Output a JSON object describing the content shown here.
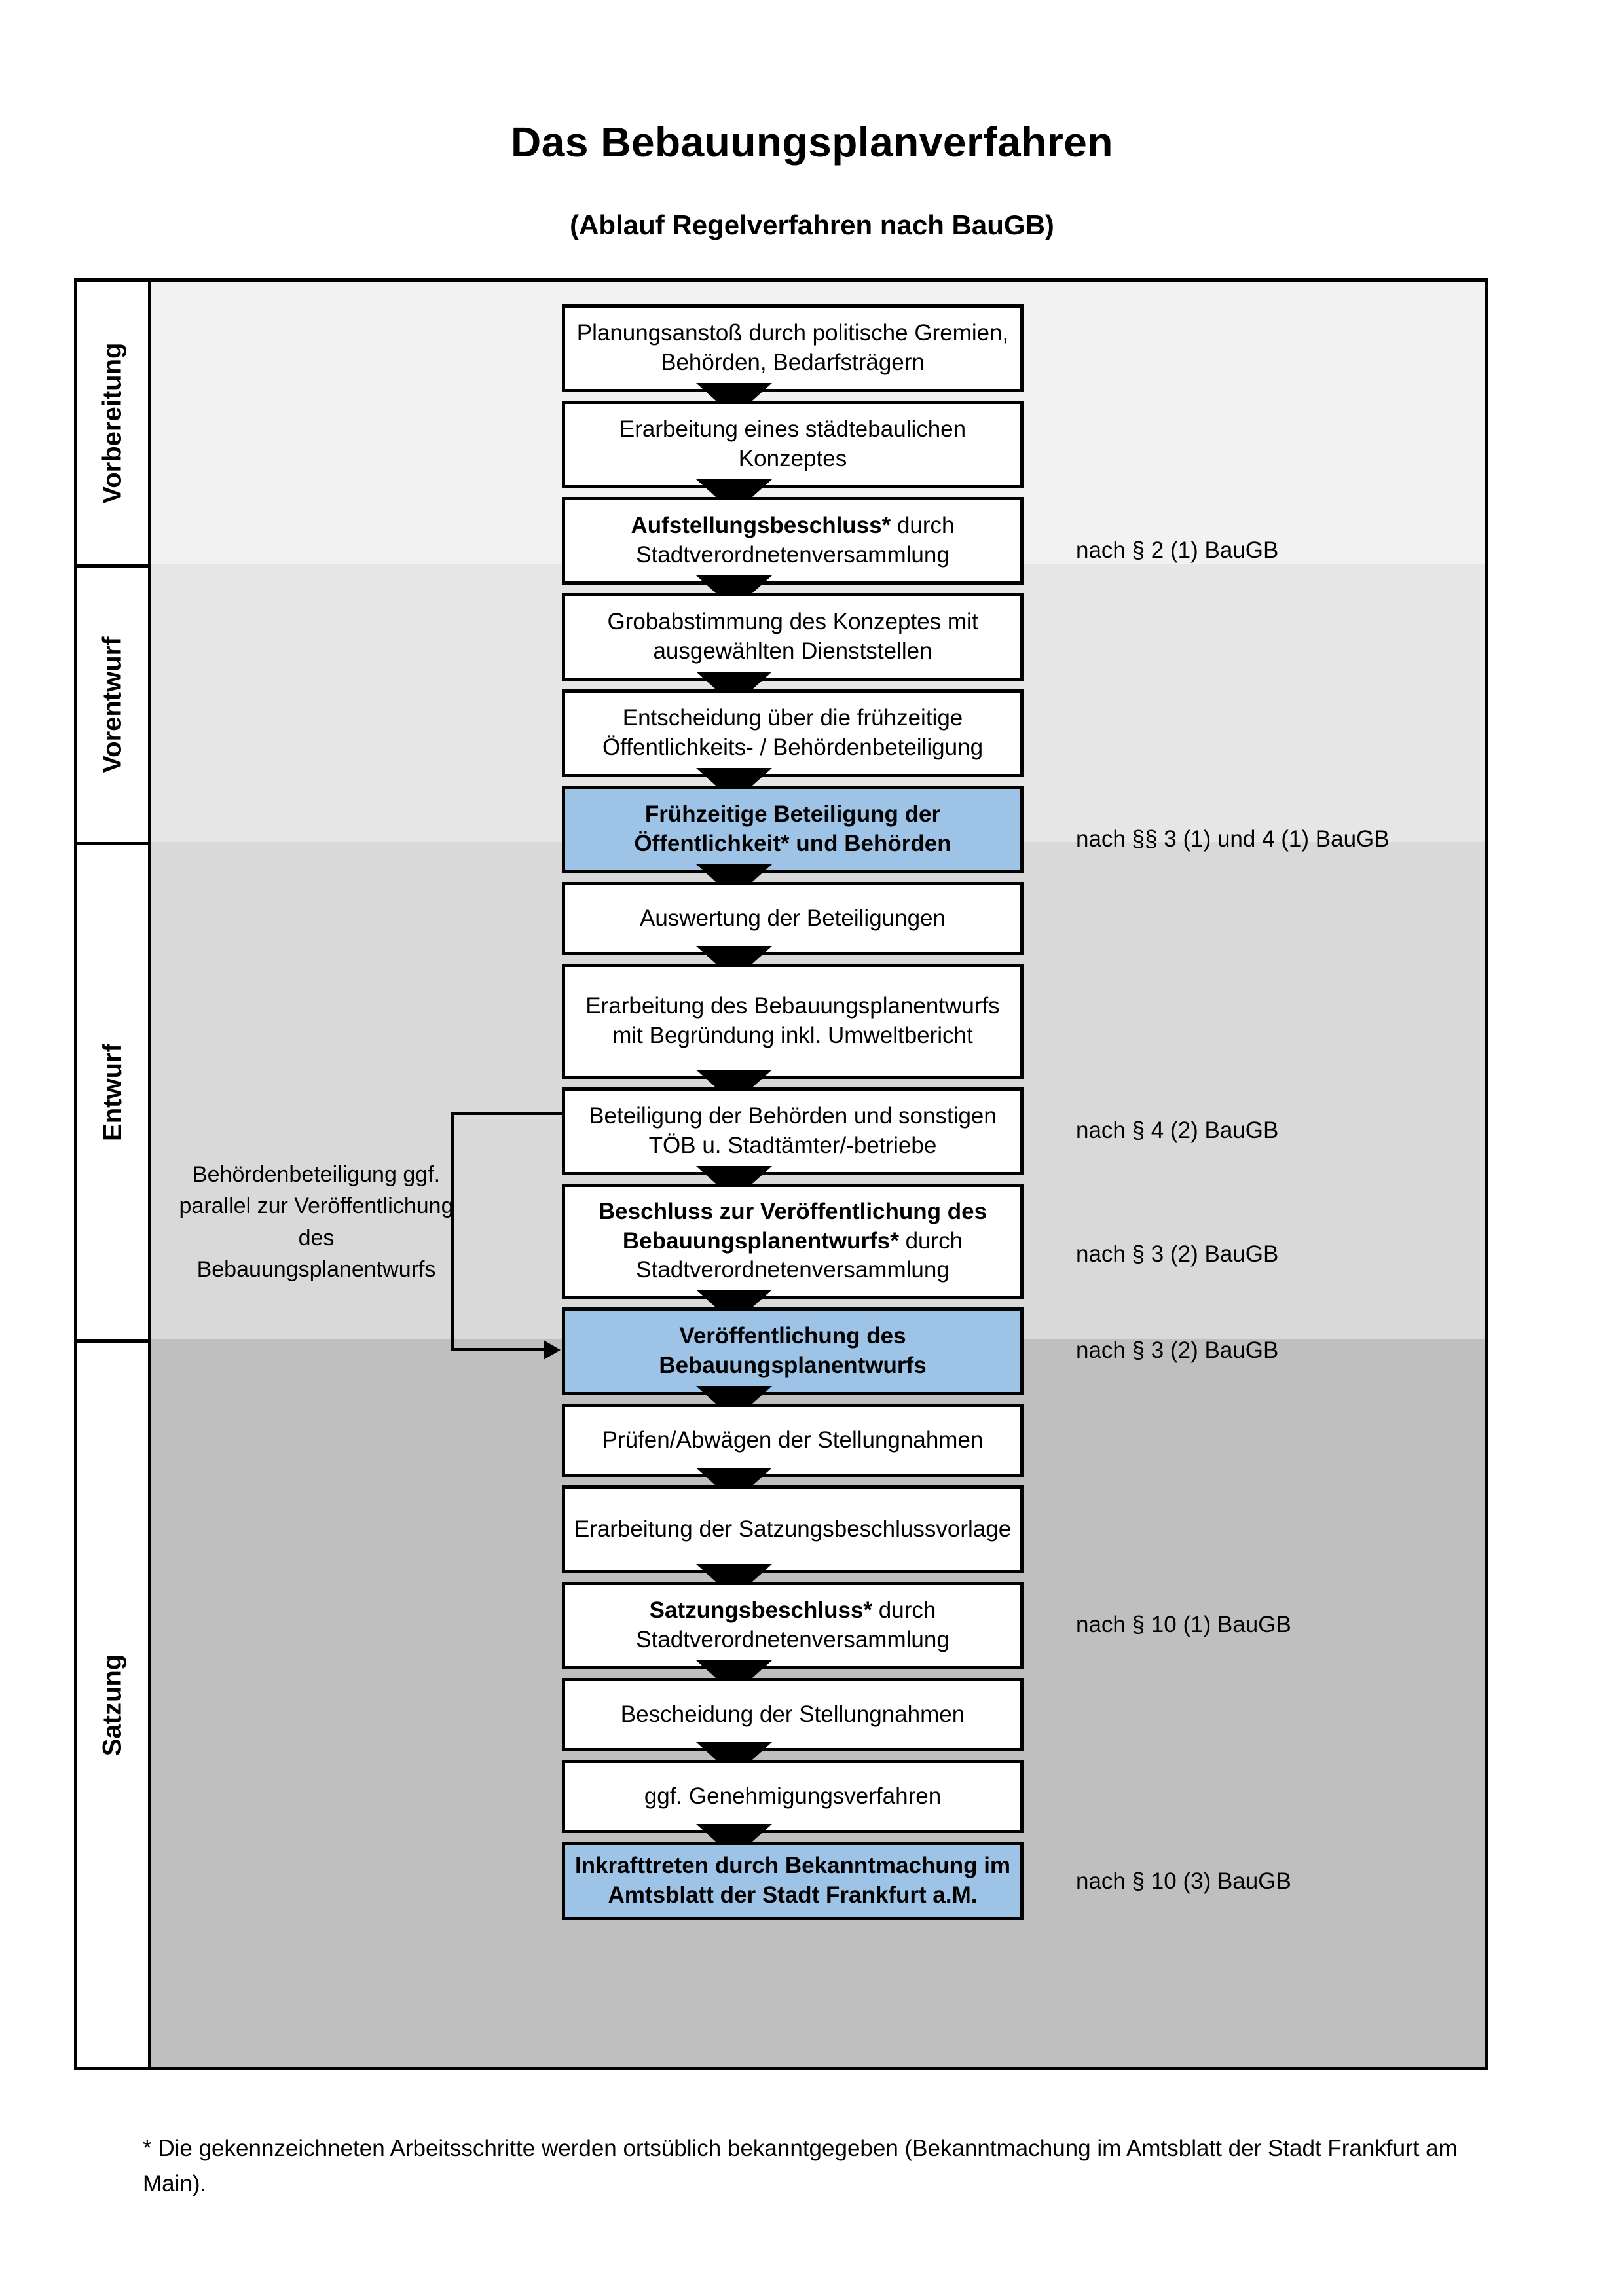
{
  "title": "Das Bebauungsplanverfahren",
  "subtitle": "(Ablauf Regelverfahren nach BauGB)",
  "colors": {
    "highlight_blue": "#9DC3E6",
    "band_vorbereitung": "#F2F2F2",
    "band_vorentwurf": "#E6E6E6",
    "band_entwurf": "#D9D9D9",
    "band_satzung": "#BFBFBF",
    "border": "#000000"
  },
  "phases": [
    {
      "id": "vorbereitung",
      "label": "Vorbereitung",
      "band_color": "#F2F2F2"
    },
    {
      "id": "vorentwurf",
      "label": "Vorentwurf",
      "band_color": "#E6E6E6"
    },
    {
      "id": "entwurf",
      "label": "Entwurf",
      "band_color": "#D9D9D9"
    },
    {
      "id": "satzung",
      "label": "Satzung",
      "band_color": "#BFBFBF"
    }
  ],
  "steps": [
    {
      "n": 1,
      "phase": "vorbereitung",
      "highlight": false,
      "bold_prefix": "",
      "text": "Planungsanstoß durch politische Gremien, Behörden, Bedarfsträgern"
    },
    {
      "n": 2,
      "phase": "vorbereitung",
      "highlight": false,
      "bold_prefix": "",
      "text": "Erarbeitung eines städtebaulichen Konzeptes"
    },
    {
      "n": 3,
      "phase": "vorbereitung",
      "highlight": false,
      "bold_prefix": "Aufstellungsbeschluss*",
      "text": " durch Stadtverordnetenversammlung"
    },
    {
      "n": 4,
      "phase": "vorentwurf",
      "highlight": false,
      "bold_prefix": "",
      "text": "Grobabstimmung des Konzeptes mit ausgewählten Dienststellen"
    },
    {
      "n": 5,
      "phase": "vorentwurf",
      "highlight": false,
      "bold_prefix": "",
      "text": "Entscheidung über die frühzeitige Öffentlichkeits- / Behördenbeteiligung"
    },
    {
      "n": 6,
      "phase": "vorentwurf",
      "highlight": true,
      "bold_prefix": "",
      "text": "Frühzeitige Beteiligung der Öffentlichkeit* und Behörden"
    },
    {
      "n": 7,
      "phase": "entwurf",
      "highlight": false,
      "bold_prefix": "",
      "text": "Auswertung der Beteiligungen"
    },
    {
      "n": 8,
      "phase": "entwurf",
      "highlight": false,
      "bold_prefix": "",
      "text": "Erarbeitung des Bebauungsplanentwurfs mit Begründung inkl. Umweltbericht"
    },
    {
      "n": 9,
      "phase": "entwurf",
      "highlight": false,
      "bold_prefix": "",
      "text": "Beteiligung der Behörden und sonstigen TÖB u. Stadtämter/-betriebe"
    },
    {
      "n": 10,
      "phase": "entwurf",
      "highlight": false,
      "bold_prefix": "Beschluss zur Veröffentlichung des Bebauungsplanentwurfs*",
      "text": " durch Stadtverordnetenversammlung"
    },
    {
      "n": 11,
      "phase": "entwurf",
      "highlight": true,
      "bold_prefix": "",
      "text": "Veröffentlichung des Bebauungsplanentwurfs"
    },
    {
      "n": 12,
      "phase": "satzung",
      "highlight": false,
      "bold_prefix": "",
      "text": "Prüfen/Abwägen der Stellungnahmen"
    },
    {
      "n": 13,
      "phase": "satzung",
      "highlight": false,
      "bold_prefix": "",
      "text": "Erarbeitung der Satzungsbeschlussvorlage"
    },
    {
      "n": 14,
      "phase": "satzung",
      "highlight": false,
      "bold_prefix": "Satzungsbeschluss*",
      "text": " durch Stadtverordnetenversammlung"
    },
    {
      "n": 15,
      "phase": "satzung",
      "highlight": false,
      "bold_prefix": "",
      "text": "Bescheidung der Stellungnahmen"
    },
    {
      "n": 16,
      "phase": "satzung",
      "highlight": false,
      "bold_prefix": "",
      "text": "ggf. Genehmigungsverfahren"
    },
    {
      "n": 17,
      "phase": "satzung",
      "highlight": true,
      "bold_prefix": "Inkrafttreten",
      "text": " durch Bekanntmachung im Amtsblatt der Stadt Frankfurt a.M."
    }
  ],
  "legal_references": [
    {
      "id": "ref-1",
      "for_step": 3,
      "text": "nach § 2 (1) BauGB"
    },
    {
      "id": "ref-2",
      "for_step": 6,
      "text": "nach §§ 3 (1) und 4 (1) BauGB"
    },
    {
      "id": "ref-3",
      "for_step": 9,
      "text": "nach § 4 (2) BauGB"
    },
    {
      "id": "ref-4",
      "for_step": 10,
      "text": "nach § 3 (2) BauGB"
    },
    {
      "id": "ref-5",
      "for_step": 11,
      "text": "nach § 3 (2) BauGB"
    },
    {
      "id": "ref-6",
      "for_step": 14,
      "text": "nach § 10 (1) BauGB"
    },
    {
      "id": "ref-7",
      "for_step": 17,
      "text": "nach § 10 (3) BauGB"
    }
  ],
  "side_note": "Behördenbeteiligung ggf. parallel zur Veröffentlichung des Bebauungsplanentwurfs",
  "footnote": "* Die gekennzeichneten Arbeitsschritte werden ortsüblich bekanntgegeben (Bekanntmachung im Amtsblatt  der Stadt Frankfurt am Main)."
}
